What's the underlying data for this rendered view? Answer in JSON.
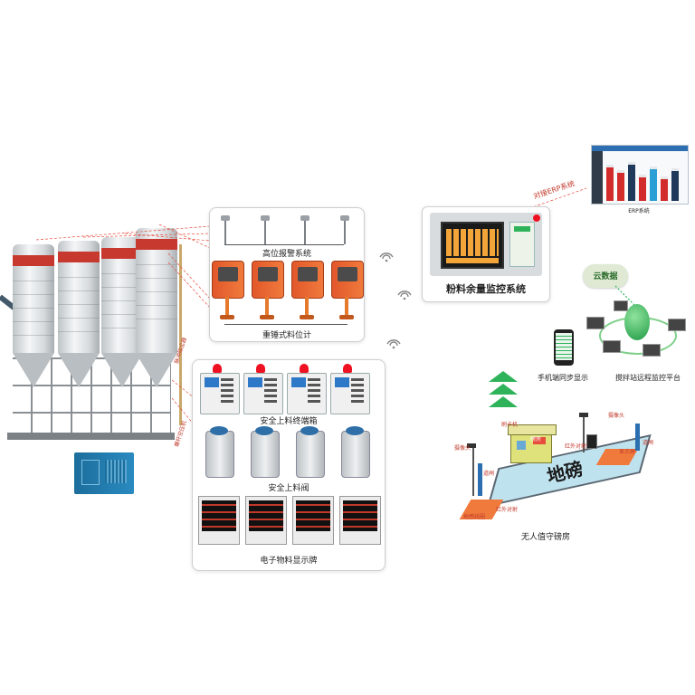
{
  "labels": {
    "high_alarm": "高位报警系统",
    "weight_gauge": "重锤式料位计",
    "safe_terminal": "安全上料终端箱",
    "safe_valve": "安全上料阀",
    "e_board": "电子物料显示牌",
    "monitor_system": "粉料余量监控系统",
    "erp_connect": "对接ERP系统",
    "erp_system": "ERP系统",
    "cloud_data": "云数据",
    "mobile_sync": "手机端同步显示",
    "remote_platform": "搅拌站远程监控平台",
    "weighbridge": "无人值守磅房",
    "ground_scale": "地磅",
    "scale_house": "磅房",
    "pulse_dust": "脉冲除尘器",
    "air_compressor": "螺杆空压机",
    "weigh_annotations": [
      "摄像头",
      "道闸",
      "红外对射",
      "道闸",
      "摄像头",
      "红外对射",
      "显示屏",
      "地感线圈",
      "刷卡机"
    ]
  },
  "colors": {
    "accent_red": "#c7392f",
    "orange": "#f07a3c",
    "green": "#2fb35a",
    "scale_blue": "#2f6fa8"
  },
  "erp_bars": [
    0.85,
    0.7,
    0.9,
    0.6,
    0.8,
    0.55,
    0.75
  ]
}
